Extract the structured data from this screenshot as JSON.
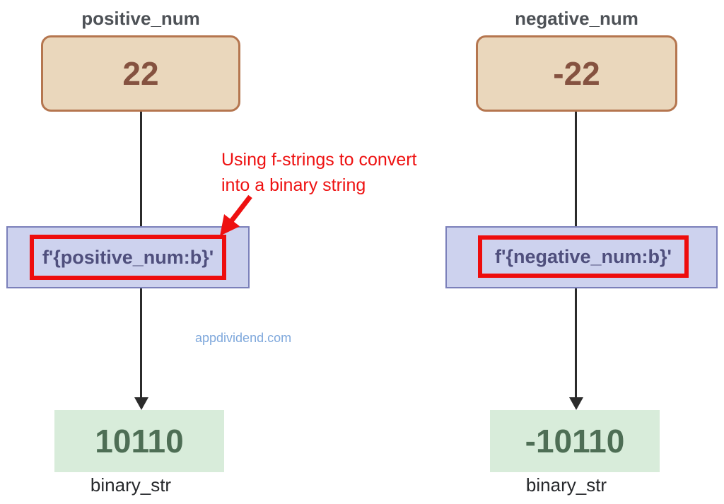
{
  "diagram": {
    "left": {
      "title": "positive_num",
      "value": "22",
      "code": "f'{positive_num:b}'",
      "result": "10110",
      "result_label": "binary_str"
    },
    "right": {
      "title": "negative_num",
      "value": "-22",
      "code": "f'{negative_num:b}'",
      "result": "-10110",
      "result_label": "binary_str"
    },
    "annotation": {
      "lines": {
        "0": "Using f-strings to convert",
        "1": "into a binary string"
      }
    },
    "watermark": "appdividend.com",
    "colors": {
      "value_node_fill": "#ead7bc",
      "value_node_border": "#b5764f",
      "value_text": "#855240",
      "code_node_fill": "#cdd2ee",
      "code_node_border": "#7b80ba",
      "code_text": "#4f4f7d",
      "highlight_red": "#ee0d0d",
      "annotation_red": "#ee1111",
      "result_node_fill": "#d8ecda",
      "result_text": "#4e6e55",
      "connector_black": "#2b2b2b",
      "title_gray": "#4d5156",
      "watermark_blue": "#7fa8dc"
    }
  }
}
